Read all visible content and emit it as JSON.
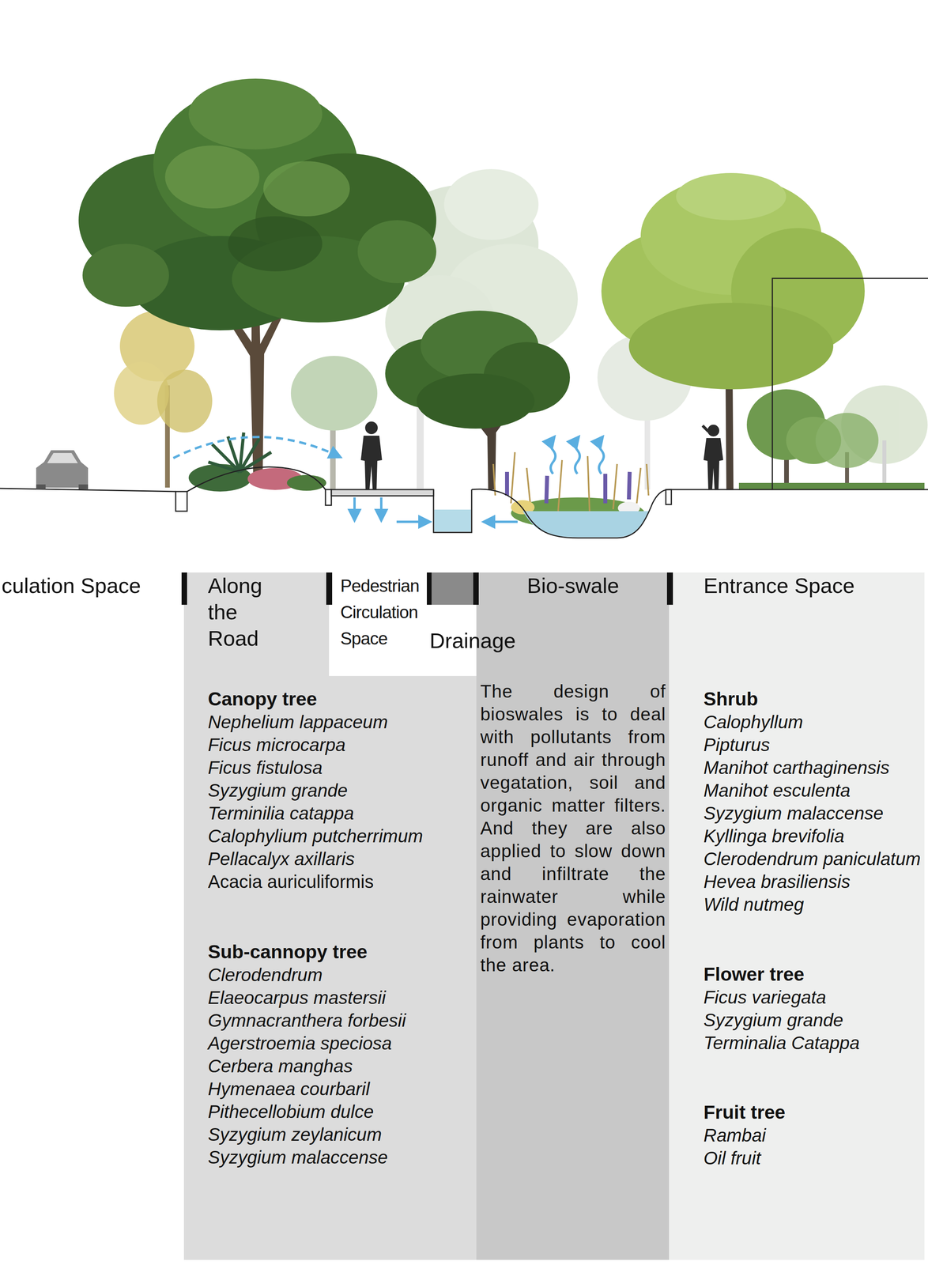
{
  "diagram": {
    "nodes": [
      {
        "text": [
          "Along the Road",
          "Canopy tree",
          "Nephelium lappaceum",
          "Ficus microcarpa",
          "Ficus fistulosa",
          "Syzygium grande",
          "Terminilia catappa",
          "Calophylium putcherrimum",
          "Pellacalyx axillaris",
          "Acacia auriculiformis",
          "Sub-cannopy tree",
          "Clerodendrum",
          "Elaeocarpus mastersii",
          "Gymnacranthera forbesii",
          "Agerstroemia speciosa",
          "Cerbera manghas",
          "Hymenaea courbaril",
          "Pithecellobium dulce",
          "Syzygium zeylanicum",
          "Syzygium malaccense"
        ]
      },
      {
        "text": [
          "Pedestrian Circulation Space"
        ],
        "in": 0
      },
      {
        "text": [
          "Bio-swale",
          "The design of bioswales is to deal with pollutants from runoff and air through vegatation, soil and organic matter filters. And they are also applied to slow down and infiltrate the rainwater while providing evaporation from plants to cool the area."
        ]
      },
      {
        "text": [
          "Entrance Space",
          "Shrub",
          "Calophyllum",
          "Pipturus",
          "Manihot carthaginensis",
          "Manihot esculenta",
          "Syzygium malaccense",
          "Kyllinga brevifolia",
          "Clerodendrum paniculatum",
          "Hevea brasiliensis",
          "Wild nutmeg",
          "Flower tree",
          "Ficus variegata",
          "Syzygium grande",
          "Terminalia Catappa",
          "Fruit tree",
          "Rambai",
          "Oil fruit"
        ]
      }
    ],
    "labels": [
      "culation Space",
      "Drainage"
    ]
  }
}
